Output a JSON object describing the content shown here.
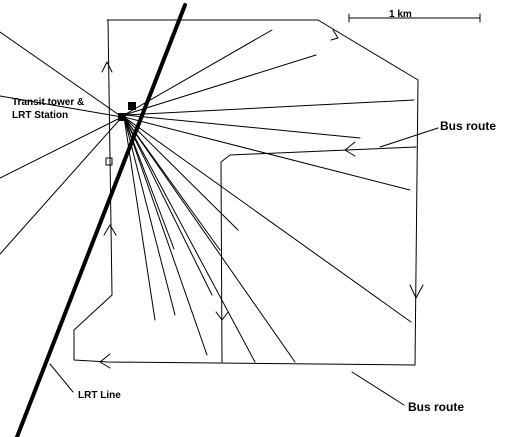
{
  "labels": {
    "transit_tower_line1": "Transit tower &",
    "transit_tower_line2": "LRT Station",
    "bus_route_top": "Bus route",
    "bus_route_bottom": "Bus route",
    "lrt_line": "LRT Line",
    "scale": "1 km"
  },
  "colors": {
    "background": "#ffffff",
    "ink": "#000000"
  }
}
